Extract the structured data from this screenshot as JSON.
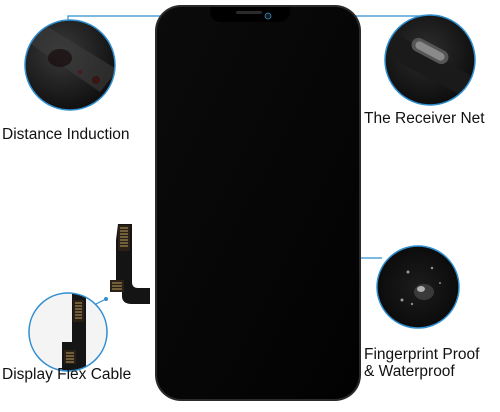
{
  "callouts": {
    "distance": "Distance Induction",
    "receiver": "The Receiver Net",
    "fingerprint_line1": "Fingerprint Proof",
    "fingerprint_line2": "& Waterproof",
    "flex": "Display Flex Cable"
  },
  "colors": {
    "accent": "#2f8fd0",
    "screen": "#050505",
    "frame": "#2a2a2a"
  }
}
